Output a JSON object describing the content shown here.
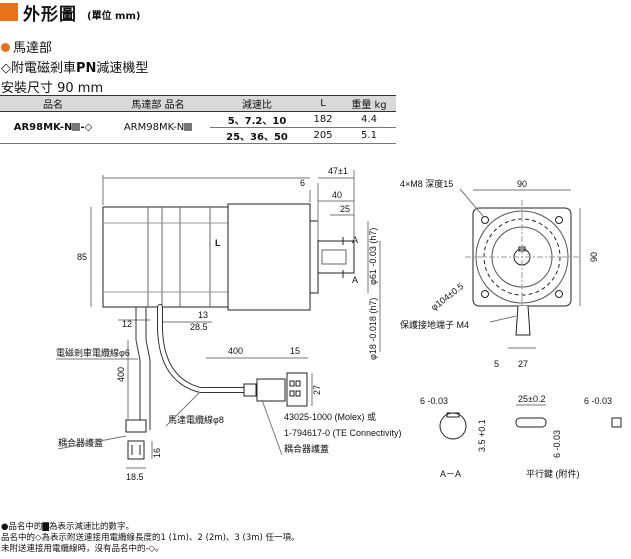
{
  "header": {
    "title": "外形圖",
    "unit": "(單位 mm)",
    "accent_color": "#e8711c"
  },
  "section": {
    "motor": "馬達部",
    "brake_prefix": "◇附電磁剎車",
    "brake_bold": "PN",
    "brake_suffix": "減速機型",
    "mount": "安裝尺寸 90 mm"
  },
  "table": {
    "headers": [
      "品名",
      "馬達部 品名",
      "減速比",
      "L",
      "重量 kg"
    ],
    "model_prefix": "AR98MK-N",
    "model_suffix": "-◇",
    "motor_prefix": "ARM98MK-N",
    "rows": [
      {
        "ratio": "5、7.2、10",
        "L": "182",
        "weight": "4.4"
      },
      {
        "ratio": "25、36、50",
        "L": "205",
        "weight": "5.1"
      }
    ]
  },
  "drawing": {
    "dim_47": "47±1",
    "dim_6": "6",
    "dim_40": "40",
    "dim_25": "25",
    "dim_85": "85",
    "dim_L": "L",
    "dim_13": "13",
    "dim_12": "12",
    "dim_28_5": "28.5",
    "dim_61": "φ61 -0.03 (h7)",
    "dim_18": "φ18 -0.018 (h7)",
    "section_A": "A",
    "front_90_top": "90",
    "front_90_side": "90",
    "holes": "4×M8 深度15",
    "pcd": "φ104±0.5",
    "ground": "保護接地端子 M4",
    "dim_5": "5",
    "dim_27": "27",
    "brake_cable": "電磁剎車電纜線φ6",
    "dim_400_left": "400",
    "dim_400_mid": "400",
    "motor_cable": "馬達電纜線φ8",
    "coupler1": "耦合器護蓋",
    "coupler2": "耦合器護蓋",
    "conn_15": "15",
    "conn_27": "27",
    "conn_16": "16",
    "conn_18_5": "18.5",
    "molex": "43025-1000 (Molex) 或",
    "te": "1-794617-0 (TE Connectivity)",
    "aa_label": "A－A",
    "key_label": "平行鍵 (附件)",
    "aa_6": "6 -0.03",
    "aa_35": "3.5 +0.1",
    "key_6a": "6 -0.03",
    "key_25": "25±0.2",
    "key_6b": "6 -0.03"
  },
  "notes": [
    "●品名中的▇為表示減速比的數字。",
    " 品名中的◇為表示附送連接用電纜線長度的1 (1m)、2 (2m)、3 (3m) 任一項。",
    " 未附送連接用電纜線時，沒有品名中的-◇。"
  ]
}
